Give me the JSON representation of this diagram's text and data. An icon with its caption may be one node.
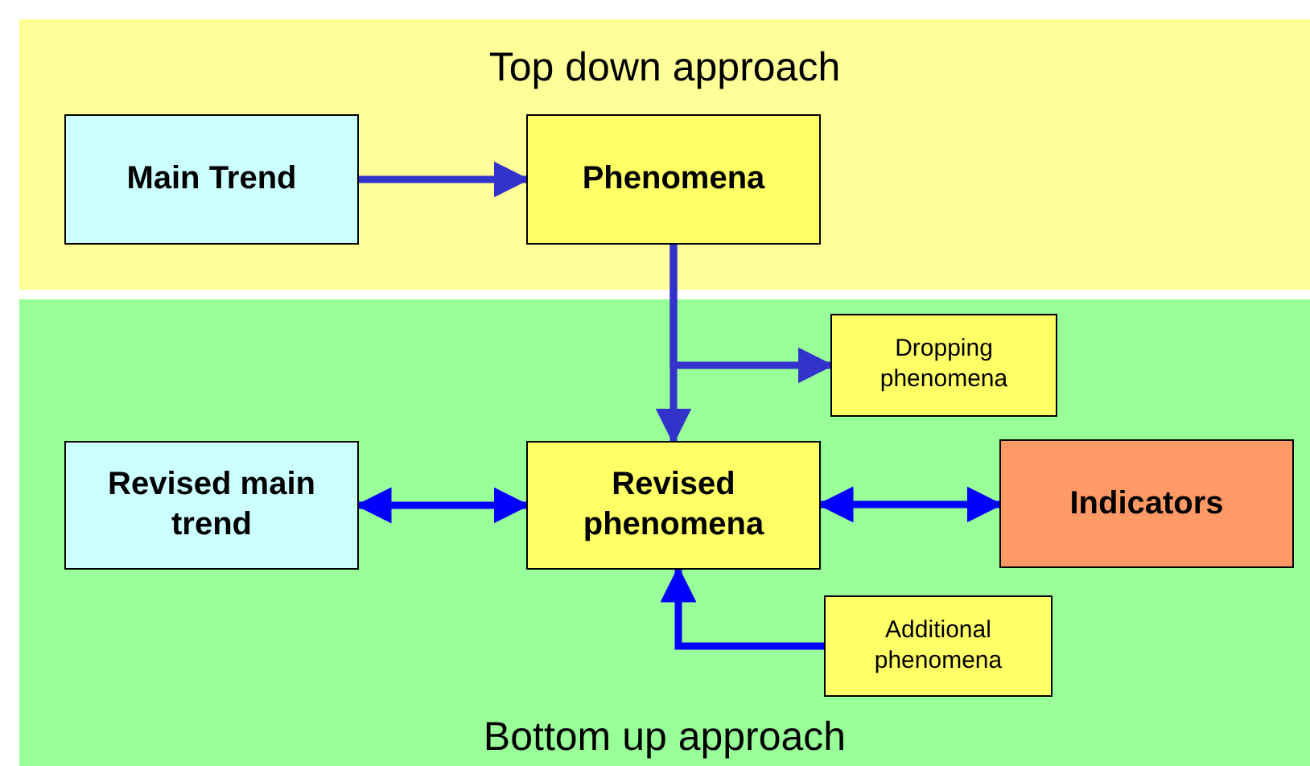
{
  "diagram": {
    "nodes": [
      {
        "text": [
          "Top down approach"
        ]
      },
      {
        "text": [
          "Main Trend"
        ],
        "in": 0
      },
      {
        "text": [
          "Phenomena"
        ],
        "in": 0
      },
      {
        "text": [
          "Bottom up approach"
        ]
      },
      {
        "text": [
          "Dropping phenomena"
        ],
        "in": 3
      },
      {
        "text": [
          "Revised main trend"
        ],
        "in": 3
      },
      {
        "text": [
          "Revised phenomena"
        ],
        "in": 3
      },
      {
        "text": [
          "Indicators"
        ],
        "in": 3
      },
      {
        "text": [
          "Additional phenomena"
        ],
        "in": 3
      }
    ],
    "edges": [
      {
        "from": 1,
        "to": 2,
        "arrow": "to",
        "color": "#3333cc"
      },
      {
        "from": 2,
        "to": 6,
        "arrow": "to",
        "color": "#3333cc"
      },
      {
        "from": 2,
        "to": 4,
        "arrow": "to",
        "color": "#3333cc"
      },
      {
        "from": 5,
        "to": 6,
        "arrow": "both"
      },
      {
        "from": 6,
        "to": 7,
        "arrow": "both"
      },
      {
        "from": 8,
        "to": 6,
        "arrow": "to"
      }
    ]
  }
}
